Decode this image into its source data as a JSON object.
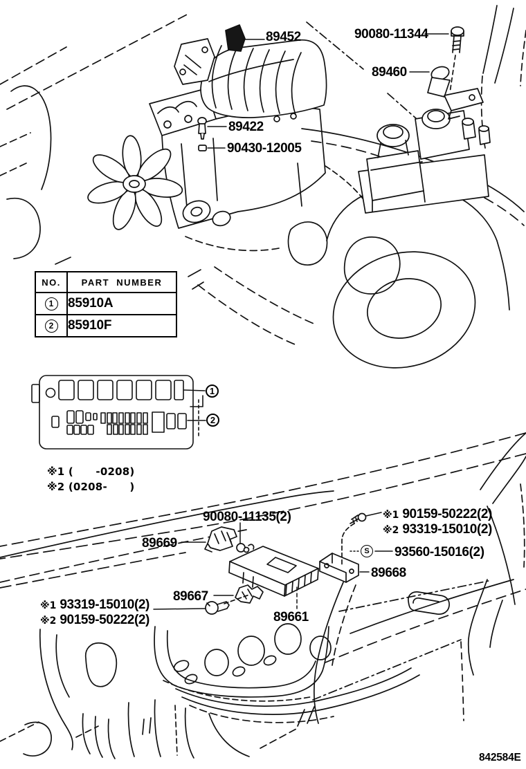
{
  "engine_section": {
    "labels": {
      "p89452": "89452",
      "p90080_11344": "90080-11344",
      "p89460": "89460",
      "p89422": "89422",
      "p90430_12005": "90430-12005"
    }
  },
  "parts_table": {
    "headers": [
      "NO.",
      "PART  NUMBER"
    ],
    "rows": [
      {
        "no": "1",
        "part_number": "85910A"
      },
      {
        "no": "2",
        "part_number": "85910F"
      }
    ]
  },
  "fuse_box": {
    "callout_1": "1",
    "callout_2": "2"
  },
  "notes": {
    "line1": "※1 (      -0208)",
    "line2": "※2 (0208-      )"
  },
  "dash_section": {
    "labels": {
      "p90080_11135": "90080-11135(2)",
      "p89669": "89669",
      "p93560_15016": "93560-15016(2)",
      "p89668": "89668",
      "p89667": "89667",
      "p89661": "89661"
    },
    "starred_right": [
      {
        "star": "※1",
        "number": "90159-50222(2)"
      },
      {
        "star": "※2",
        "number": "93319-15010(2)"
      }
    ],
    "starred_left": [
      {
        "star": "※1",
        "number": "93319-15010(2)"
      },
      {
        "star": "※2",
        "number": "90159-50222(2)"
      }
    ],
    "s_mark": "S"
  },
  "footer": {
    "code": "842584E"
  }
}
